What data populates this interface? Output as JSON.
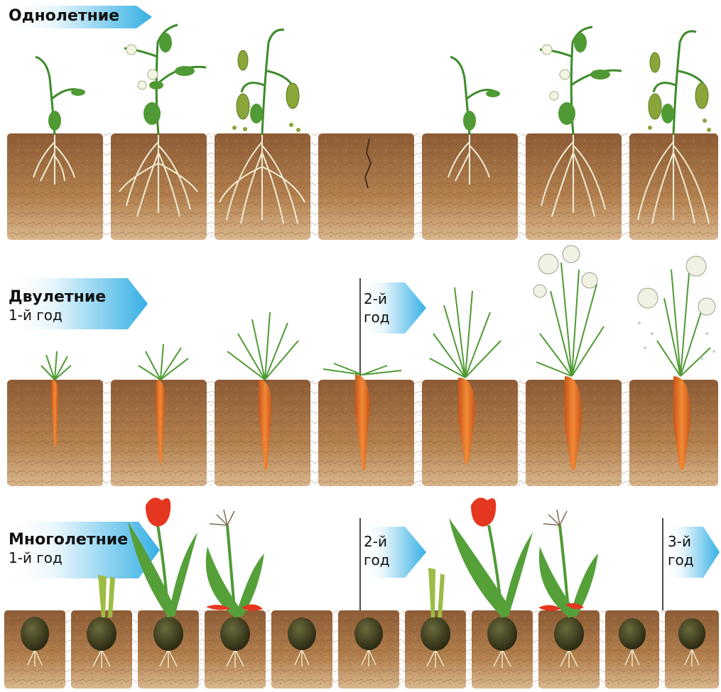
{
  "rows": {
    "annuals": {
      "title": "Однолетние"
    },
    "biennials": {
      "title": "Двулетние",
      "year1": "1-й год",
      "year2_part1": "2-й",
      "year2_part2": "год"
    },
    "perennials": {
      "title": "Многолетние",
      "year1": "1-й год",
      "year2_part1": "2-й",
      "year2_part2": "год",
      "year3_part1": "3-й",
      "year3_part2": "год"
    }
  },
  "colors": {
    "arrow_light": "#e6f5fc",
    "arrow_dark": "#3bb3e6",
    "soil": "#b07a4e",
    "soil_dark": "#8a5a36",
    "root": "#f4efd9",
    "stem": "#3d8a2a",
    "leaf": "#4f9a34",
    "carrot": "#e8772a",
    "bulb": "#3e3a22",
    "tulip": "#e5361f",
    "pea_pod": "#8aa63a"
  }
}
